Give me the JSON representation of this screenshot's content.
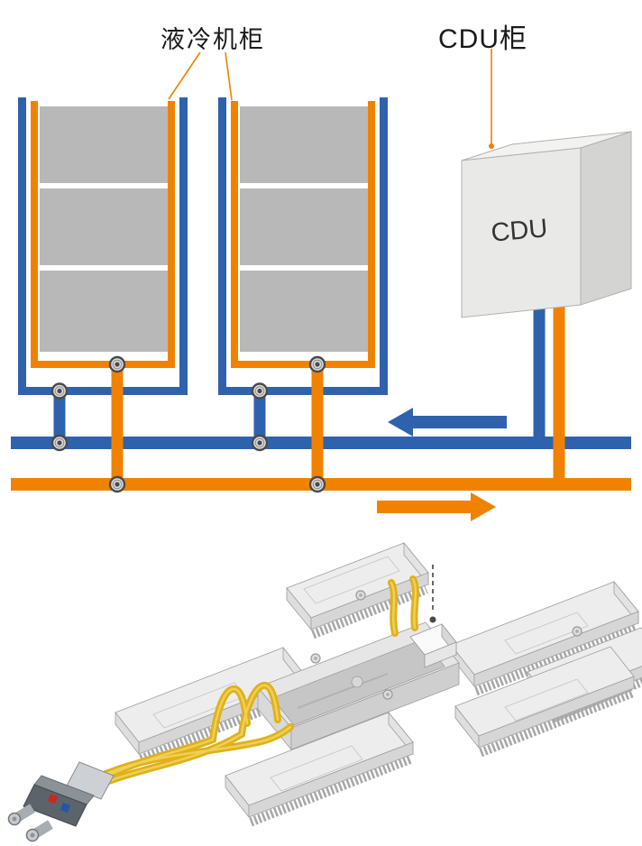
{
  "labels": {
    "liquid_cooling_cabinet": "液冷机柜",
    "cdu_cabinet": "CDU柜",
    "cdu_unit": "CDU"
  },
  "colors": {
    "coolant_supply_orange": "#F08200",
    "coolant_return_blue": "#2F62AD",
    "cabinet_fill_gray": "#B8B8B8",
    "tube_yellow": "#DFB11B",
    "leader_line_orange": "#F08200"
  },
  "icons": {
    "flow_arrow_left": "◀",
    "flow_arrow_right": "▶",
    "valve_coupling": "circle-valve",
    "assembly_direction_line": "dashed-line"
  }
}
